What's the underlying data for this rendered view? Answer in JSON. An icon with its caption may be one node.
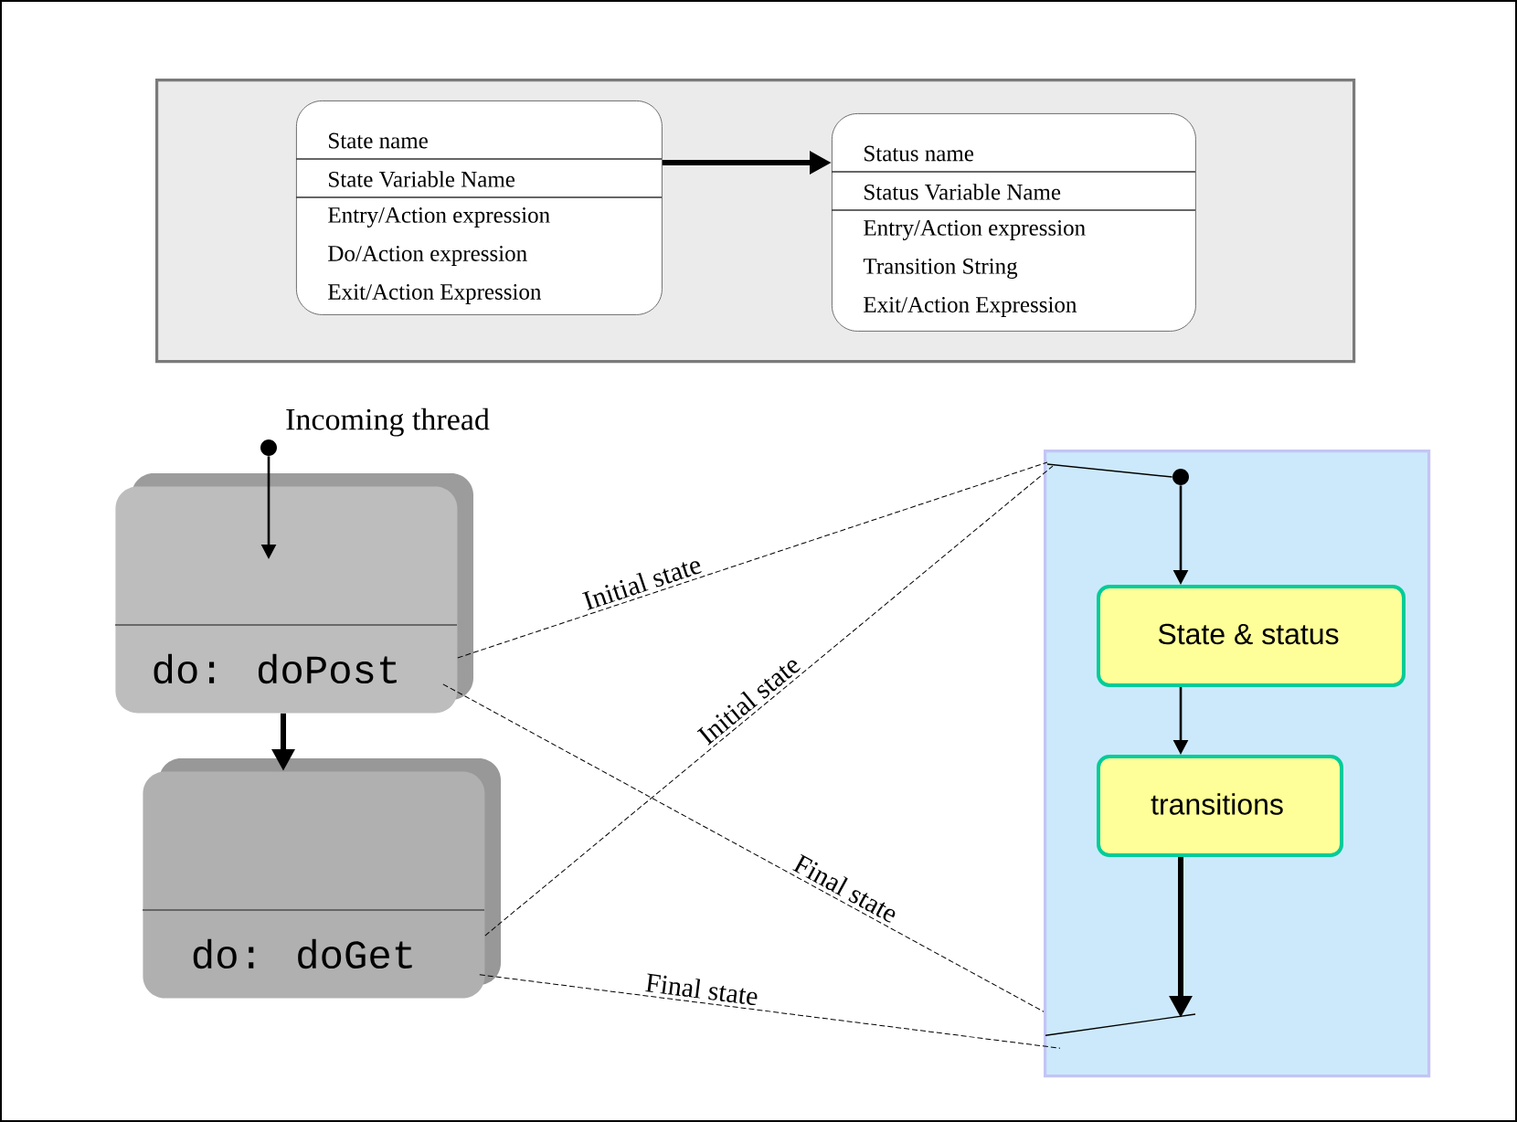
{
  "diagram": {
    "nodes": [
      {
        "text": [],
        "shape": "box"
      },
      {
        "text": [
          "State name",
          "State Variable Name",
          "Entry/Action expression",
          "Do/Action expression",
          "Exit/Action Expression"
        ],
        "in": 0
      },
      {
        "text": [
          "Status name",
          "Status Variable Name",
          "Entry/Action expression",
          "Transition String",
          "Exit/Action Expression"
        ],
        "in": 0
      },
      {
        "text": [],
        "shape": "circle",
        "beside": [
          "Incoming thread"
        ]
      },
      {
        "text": [
          "do: doPost"
        ]
      },
      {
        "text": [
          "do: doGet"
        ]
      },
      {
        "text": [],
        "shape": "box"
      },
      {
        "text": [],
        "shape": "circle",
        "in": 6
      },
      {
        "text": [
          "State & status"
        ],
        "in": 6
      },
      {
        "text": [
          "transitions"
        ],
        "in": 6
      }
    ],
    "edges": [
      {
        "from": 1,
        "to": 2,
        "arrow": "to",
        "style": "thick"
      },
      {
        "from": 3,
        "to": 4,
        "arrow": "to"
      },
      {
        "from": 4,
        "to": 5,
        "arrow": "to",
        "style": "thick"
      },
      {
        "from": 4,
        "to": 6,
        "arrow": "none",
        "style": "dashed",
        "label": "Initial state"
      },
      {
        "from": 5,
        "to": 6,
        "arrow": "none",
        "style": "dashed",
        "label": "Initial state"
      },
      {
        "from": 4,
        "to": 6,
        "arrow": "none",
        "style": "dashed",
        "label": "Final state"
      },
      {
        "from": 5,
        "to": 6,
        "arrow": "none",
        "style": "dashed",
        "label": "Final state"
      },
      {
        "from": 6,
        "to": 7,
        "arrow": "none"
      },
      {
        "from": 7,
        "to": 8,
        "arrow": "to"
      },
      {
        "from": 8,
        "to": 9,
        "arrow": "to"
      },
      {
        "from": 9,
        "to": null,
        "arrow": "to",
        "style": "thick"
      },
      {
        "from": 6,
        "to": null,
        "arrow": "none"
      }
    ]
  }
}
